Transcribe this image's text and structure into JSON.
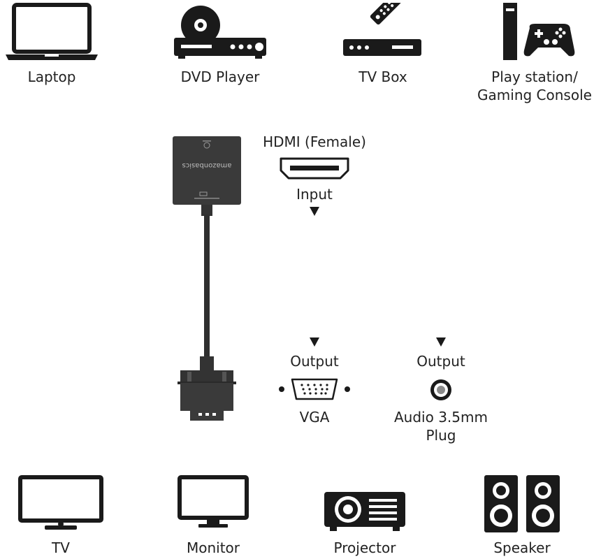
{
  "sources": [
    {
      "id": "laptop",
      "label": "Laptop",
      "icon": "laptop-icon"
    },
    {
      "id": "dvd",
      "label": "DVD Player",
      "icon": "dvd-player-icon"
    },
    {
      "id": "tvbox",
      "label": "TV Box",
      "icon": "tv-box-icon"
    },
    {
      "id": "console",
      "label_line1": "Play station/",
      "label_line2": "Gaming Console",
      "icon": "gaming-console-icon"
    }
  ],
  "adapter": {
    "brand": "amazonbasics",
    "input": {
      "connector": "HDMI (Female)",
      "label": "Input"
    },
    "outputs": [
      {
        "label": "Output",
        "connector": "VGA"
      },
      {
        "label": "Output",
        "connector_line1": "Audio 3.5mm",
        "connector_line2": "Plug"
      }
    ]
  },
  "destinations": [
    {
      "id": "tv",
      "label": "TV",
      "icon": "tv-icon"
    },
    {
      "id": "monitor",
      "label": "Monitor",
      "icon": "monitor-icon"
    },
    {
      "id": "projector",
      "label": "Projector",
      "icon": "projector-icon"
    },
    {
      "id": "speaker",
      "label": "Speaker",
      "icon": "speaker-icon"
    }
  ],
  "colors": {
    "icon": "#1a1a1a",
    "adapter": "#3a3a3a"
  }
}
